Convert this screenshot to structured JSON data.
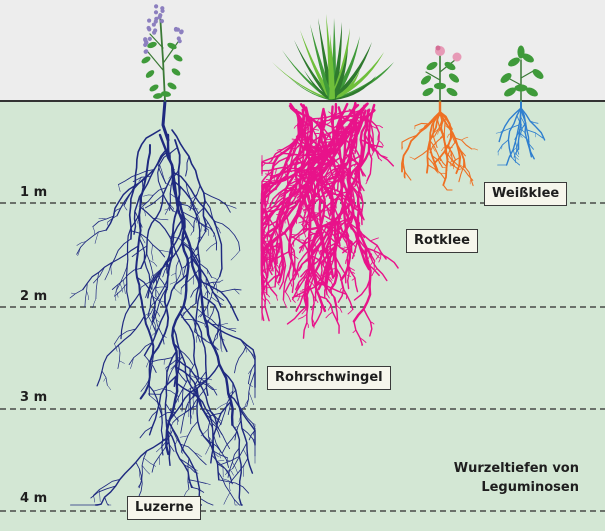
{
  "colors": {
    "sky": "#ededed",
    "soil": "#d3e7d4",
    "ground_line": "#333333",
    "luzerne_root": "#1f2a80",
    "rohrschwingel_root": "#e8138a",
    "rotklee_root": "#ee7023",
    "weissklee_root": "#2f7fcf",
    "leaf": "#3f9a3a",
    "luzerne_flower": "#8c7fbf",
    "rotklee_flower": "#e79ab6"
  },
  "depth_levels": [
    {
      "label": "1 m",
      "depth_m": 1
    },
    {
      "label": "2 m",
      "depth_m": 2
    },
    {
      "label": "3 m",
      "depth_m": 3
    },
    {
      "label": "4 m",
      "depth_m": 4
    }
  ],
  "plants": {
    "luzerne": {
      "label": "Luzerne"
    },
    "rohrschwingel": {
      "label": "Rohrschwingel"
    },
    "rotklee": {
      "label": "Rotklee"
    },
    "weissklee": {
      "label": "Weißklee"
    }
  },
  "caption": {
    "line1": "Wurzeltiefen von",
    "line2": "Leguminosen"
  }
}
